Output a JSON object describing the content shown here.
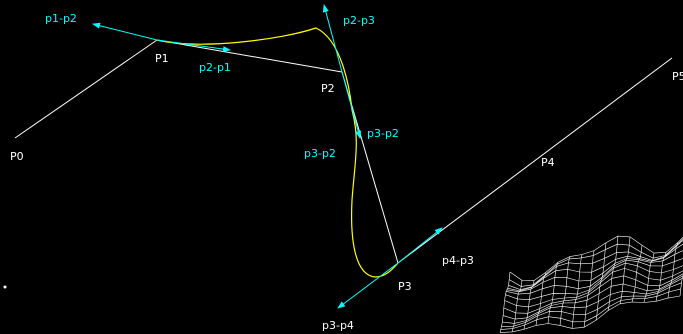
{
  "points": {
    "p0": "P0",
    "p1": "P1",
    "p2": "P2",
    "p3": "P3",
    "p4": "P4",
    "p5": "P5"
  },
  "tangents": {
    "p1_p2": "p1-p2",
    "p2_p1": "p2-p1",
    "p2_p3": "p2-p3",
    "p3_p2_upper": "p3-p2",
    "p3_p2_lower": "p3-p2",
    "p4_p3": "p4-p3",
    "p3_p4": "p3-p4"
  },
  "colors": {
    "background": "#000000",
    "polyline": "#ffffff",
    "curve": "#ffff00",
    "tangent": "#00ffff",
    "terrain": "#ffffff"
  }
}
